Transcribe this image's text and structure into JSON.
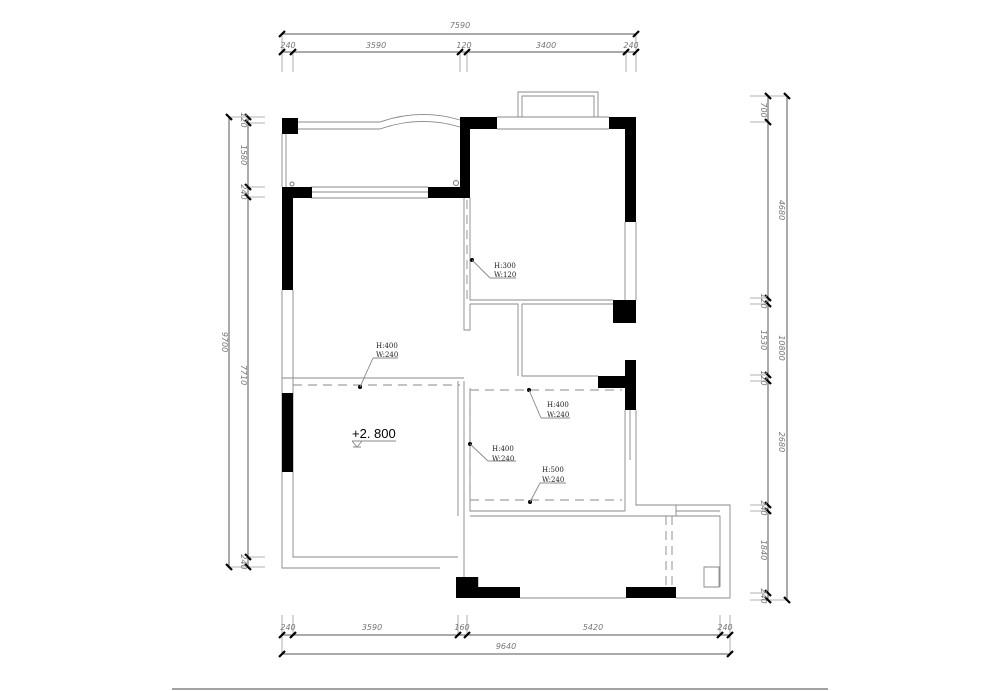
{
  "dimensions": {
    "top": {
      "total": "7590",
      "segments": [
        "240",
        "3590",
        "120",
        "3400",
        "240"
      ]
    },
    "bottom": {
      "total": "9640",
      "segments": [
        "240",
        "3590",
        "160",
        "5420",
        "240"
      ]
    },
    "left": {
      "total": "9700",
      "segments": [
        "120",
        "1580",
        "240",
        "7710",
        "240"
      ]
    },
    "right": {
      "total": "10800",
      "segments": [
        "700",
        "4680",
        "120",
        "1530",
        "120",
        "2680",
        "240",
        "1840",
        "240"
      ]
    }
  },
  "beams": [
    {
      "h": "H:300",
      "w": "W:120"
    },
    {
      "h": "H:400",
      "w": "W:240"
    },
    {
      "h": "H:400",
      "w": "W:240"
    },
    {
      "h": "H:400",
      "w": "W:240"
    },
    {
      "h": "H:500",
      "w": "W:240"
    }
  ],
  "level": "+2. 800"
}
